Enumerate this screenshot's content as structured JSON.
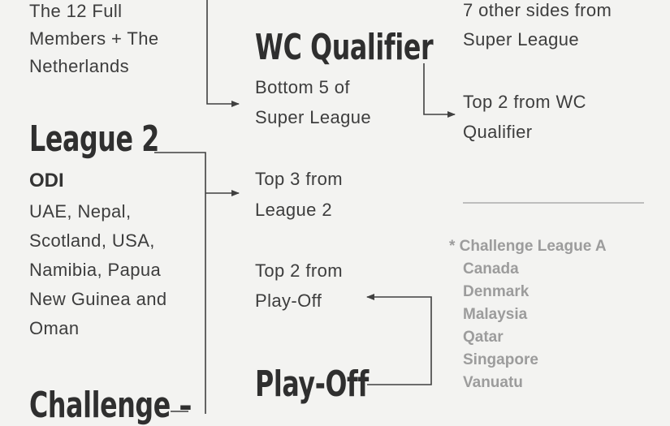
{
  "col1": {
    "full_members": [
      "The 12 Full",
      "Members + The",
      "Netherlands"
    ],
    "league2_title": "League 2",
    "league2_format": "ODI",
    "league2_teams": [
      "UAE, Nepal,",
      "Scotland, USA,",
      "Namibia, Papua",
      "New Guinea and",
      "Oman"
    ],
    "challenge_title": "Challenge –"
  },
  "col2": {
    "wc_qualifier_title": "WC Qualifier",
    "wc_qualifier_desc": [
      "Bottom 5 of",
      "Super League"
    ],
    "top3_desc": [
      "Top 3 from",
      "League 2"
    ],
    "top2_playoff_desc": [
      "Top 2 from",
      "Play-Off"
    ],
    "playoff_title": "Play-Off"
  },
  "col3": {
    "other_sides": [
      "7 other sides from",
      "Super League"
    ],
    "top2_wc": [
      "Top 2 from WC",
      "Qualifier"
    ],
    "challenge_a_title": "* Challenge League A",
    "challenge_a_teams": [
      "Canada",
      "Denmark",
      "Malaysia",
      "Qatar",
      "Singapore",
      "Vanuatu"
    ]
  },
  "colors": {
    "background": "#f3f3f1",
    "text": "#3d3d3d",
    "connector": "#404040",
    "muted": "#9c9c9c",
    "divider": "#bdbdbd"
  }
}
